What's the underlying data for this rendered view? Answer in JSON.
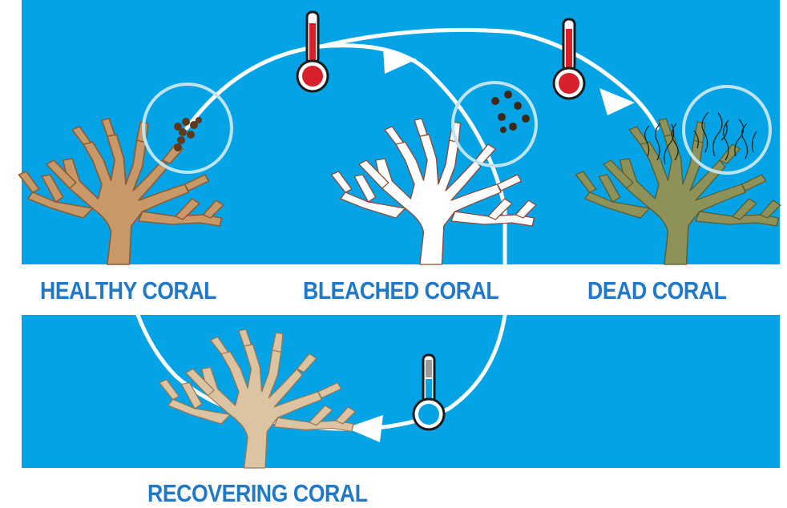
{
  "labels": {
    "healthy": "HEALTHY CORAL",
    "bleached": "BLEACHED CORAL",
    "dead": "DEAD CORAL",
    "recovering": "RECOVERING CORAL"
  },
  "colors": {
    "ocean": "#03a3e5",
    "label_text": "#1f78c8",
    "cycle_line": "#ffffff",
    "healthy_coral": "#c79968",
    "bleached_coral": "#ffffff",
    "dead_coral": "#8e9158",
    "recovering_coral": "#dcc4a2",
    "algae_dots": "#5b3a1e",
    "thermometer_hot": "#d8202a",
    "thermometer_cool": "#03a3e5",
    "magnifier_ring": "#bfe4ef"
  },
  "icons": {
    "hot_thermometer": "thermometer-hot-icon",
    "cool_thermometer": "thermometer-cool-icon",
    "magnifier": "magnifier-circle-icon"
  }
}
